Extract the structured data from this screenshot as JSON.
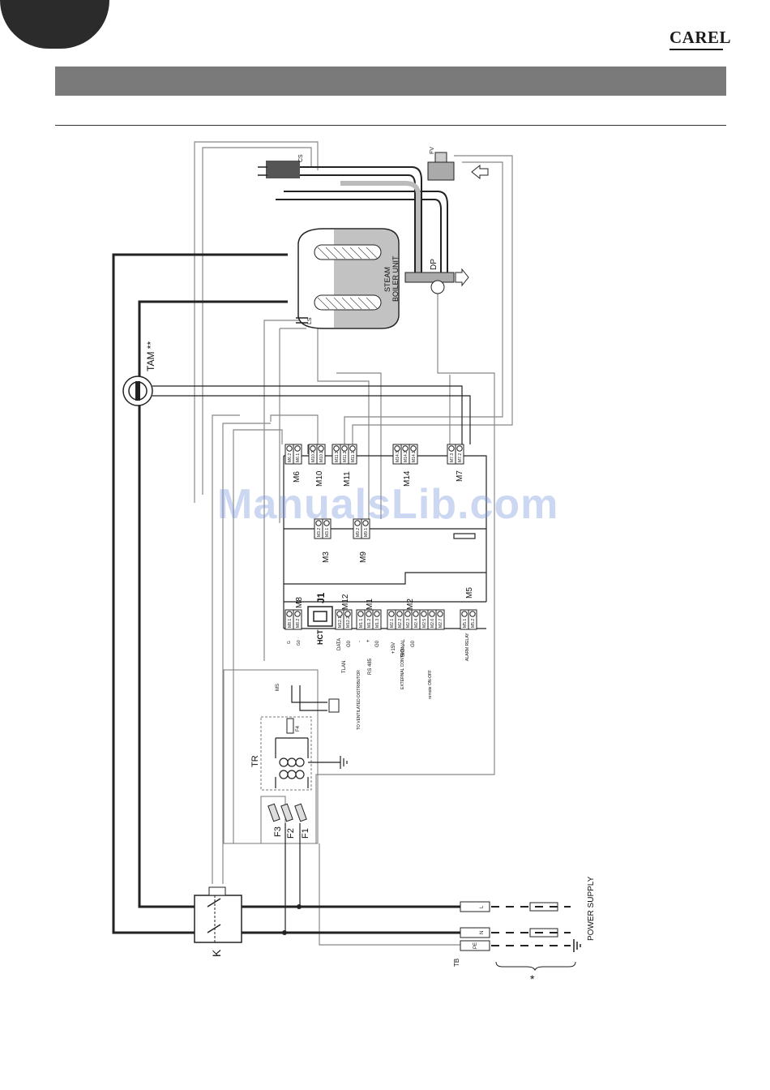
{
  "header": {
    "logo": "CAREL"
  },
  "watermark": "ManualsLib.com",
  "labels": {
    "cs": "CS",
    "fv": "FV",
    "steam": "STEAM",
    "boiler_unit": "BOILER UNIT",
    "dp": "DP",
    "ls": "LS",
    "tam": "TAM **",
    "m6": "M6",
    "m10": "M10",
    "m11": "M11",
    "m14": "M14",
    "m7": "M7",
    "m3": "M3",
    "m9": "M9",
    "m8": "M8",
    "j1": "J1",
    "m12": "M12",
    "m1": "M1",
    "m2": "M2",
    "m5": "M5",
    "hct": "HCT",
    "data": "DATA",
    "g0_a": "G0",
    "tlan": "TLAN",
    "minus": "-",
    "plus": "+",
    "g0_b": "G0",
    "rs485": "RS 485",
    "v15": "+15V",
    "signal": "SIGNAL",
    "g0_c": "G0",
    "external_control": "EXTERNAL CONTROL",
    "remote_onoff": "remote ON-OFF",
    "alarm_relay": "ALARM RELAY",
    "g_small": "G",
    "g0_small": "G0",
    "ms": "MS",
    "ventilated_distributor": "TO VENTILATED DISTRIBUTOR",
    "f4": "F4",
    "tr": "TR",
    "f1": "F1",
    "f2": "F2",
    "f3": "F3",
    "k": "K",
    "tb": "TB",
    "l": "L",
    "n": "N",
    "pe": "PE",
    "power_supply": "POWER SUPPLY",
    "asterisk": "*"
  },
  "terminals": {
    "m6": [
      "M6.2",
      "M6.1"
    ],
    "m10": [
      "M10.2",
      "M10.1"
    ],
    "m11": [
      "M11.3",
      "M11.2",
      "M11.1"
    ],
    "m14": [
      "M14.3",
      "M14.2",
      "M14.1"
    ],
    "m7": [
      "M7.3",
      "M7.2"
    ],
    "m3": [
      "M3.2",
      "M3.1"
    ],
    "m9": [
      "M9.2",
      "M9.1"
    ],
    "m8": [
      "M8.1",
      "M8.2"
    ],
    "m12": [
      "M12.1",
      "M12.2"
    ],
    "m1": [
      "M1.1",
      "M1.2",
      "M1.3"
    ],
    "m2": [
      "M2.1",
      "M2.2",
      "M2.3",
      "M2.4",
      "M2.5",
      "M2.6",
      "M2.7"
    ],
    "m5": [
      "M5.1",
      "M5.2"
    ]
  }
}
